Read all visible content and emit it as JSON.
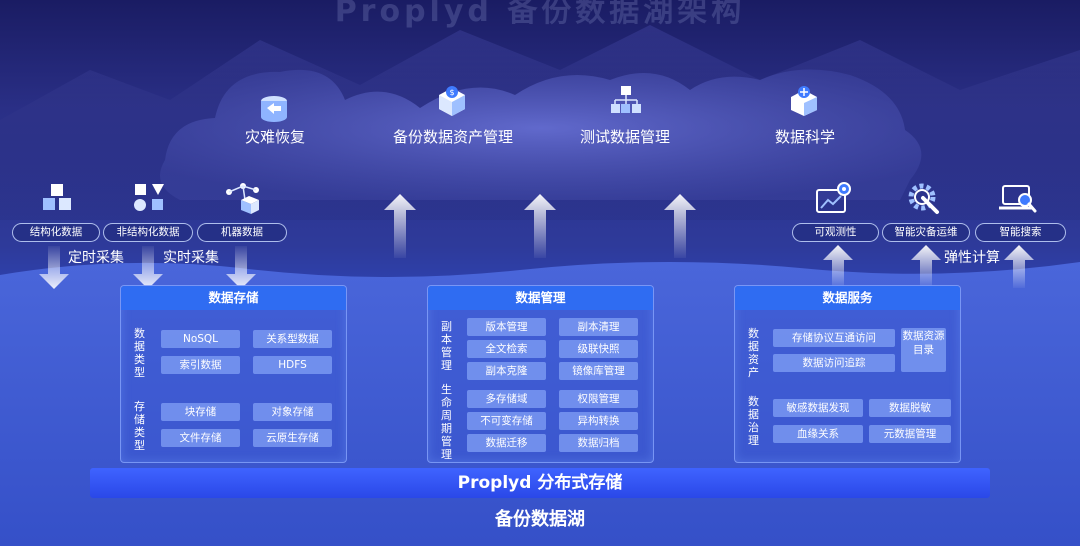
{
  "header": {
    "title": "Proplyd 备份数据湖架构"
  },
  "clouds": [
    {
      "label": "灾难恢复",
      "icon": "database-restore-icon"
    },
    {
      "label": "备份数据资产管理",
      "icon": "data-asset-cube-icon"
    },
    {
      "label": "测试数据管理",
      "icon": "cube-network-icon"
    },
    {
      "label": "数据科学",
      "icon": "data-science-cube-icon"
    }
  ],
  "sources": [
    {
      "label": "结构化数据",
      "icon": "cubes-icon"
    },
    {
      "label": "非结构化数据",
      "icon": "shapes-icon"
    },
    {
      "label": "机器数据",
      "icon": "robot-arm-icon"
    }
  ],
  "flows": {
    "scheduled": "定时采集",
    "realtime": "实时采集",
    "elastic": "弹性计算"
  },
  "services": [
    {
      "label": "可观测性",
      "icon": "monitor-gear-icon"
    },
    {
      "label": "智能灾备运维",
      "icon": "gear-wrench-icon"
    },
    {
      "label": "智能搜索",
      "icon": "laptop-search-icon"
    }
  ],
  "panels": {
    "storage": {
      "title": "数据存储",
      "groups": [
        {
          "label": "数据类型",
          "items": [
            "NoSQL",
            "关系型数据",
            "索引数据",
            "HDFS"
          ]
        },
        {
          "label": "存储类型",
          "items": [
            "块存储",
            "对象存储",
            "文件存储",
            "云原生存储"
          ]
        }
      ]
    },
    "management": {
      "title": "数据管理",
      "groups": [
        {
          "label": "副本管理",
          "items": [
            "版本管理",
            "副本清理",
            "全文检索",
            "级联快照",
            "副本克隆",
            "镜像库管理"
          ]
        },
        {
          "label": "生命周期管理",
          "items": [
            "多存储域",
            "权限管理",
            "不可变存储",
            "异构转换",
            "数据迁移",
            "数据归档"
          ]
        }
      ]
    },
    "service": {
      "title": "数据服务",
      "groups": [
        {
          "label": "数据资产",
          "items": [
            "存储协议互通访问",
            "数据访问追踪",
            "数据资源目录"
          ]
        },
        {
          "label": "数据治理",
          "items": [
            "敏感数据发现",
            "数据脱敏",
            "血缘关系",
            "元数据管理"
          ]
        }
      ]
    }
  },
  "bottom": {
    "bar": "Proplyd 分布式存储",
    "lake": "备份数据湖"
  },
  "colors": {
    "background_top": "#1a1c63",
    "background_bottom": "#3a58cf",
    "panel_header": "#2f6cf2",
    "bar": "#3a5cff"
  }
}
